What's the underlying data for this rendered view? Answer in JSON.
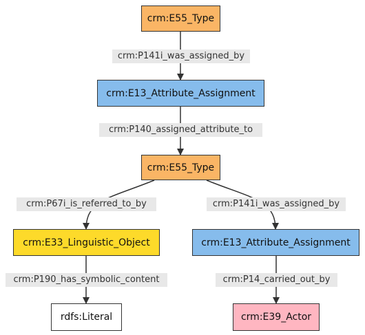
{
  "colors": {
    "type": "#FAB565",
    "attribute_assignment": "#86BCEC",
    "linguistic_object": "#FDDA2A",
    "literal": "#FFFFFF",
    "actor": "#FFB6C1",
    "edge": "#333333",
    "edge_label_bg": "#E8E8E8"
  },
  "nodes": {
    "type_top": "crm:E55_Type",
    "assignment_top": "crm:E13_Attribute_Assignment",
    "type_mid": "crm:E55_Type",
    "linguistic_object": "crm:E33_Linguistic_Object",
    "assignment_right": "crm:E13_Attribute_Assignment",
    "literal": "rdfs:Literal",
    "actor": "crm:E39_Actor"
  },
  "edges": {
    "p141i_top": "crm:P141i_was_assigned_by",
    "p140": "crm:P140_assigned_attribute_to",
    "p67i": "crm:P67i_is_referred_to_by",
    "p141i_right": "crm:P141i_was_assigned_by",
    "p190": "crm:P190_has_symbolic_content",
    "p14": "crm:P14_carried_out_by"
  }
}
